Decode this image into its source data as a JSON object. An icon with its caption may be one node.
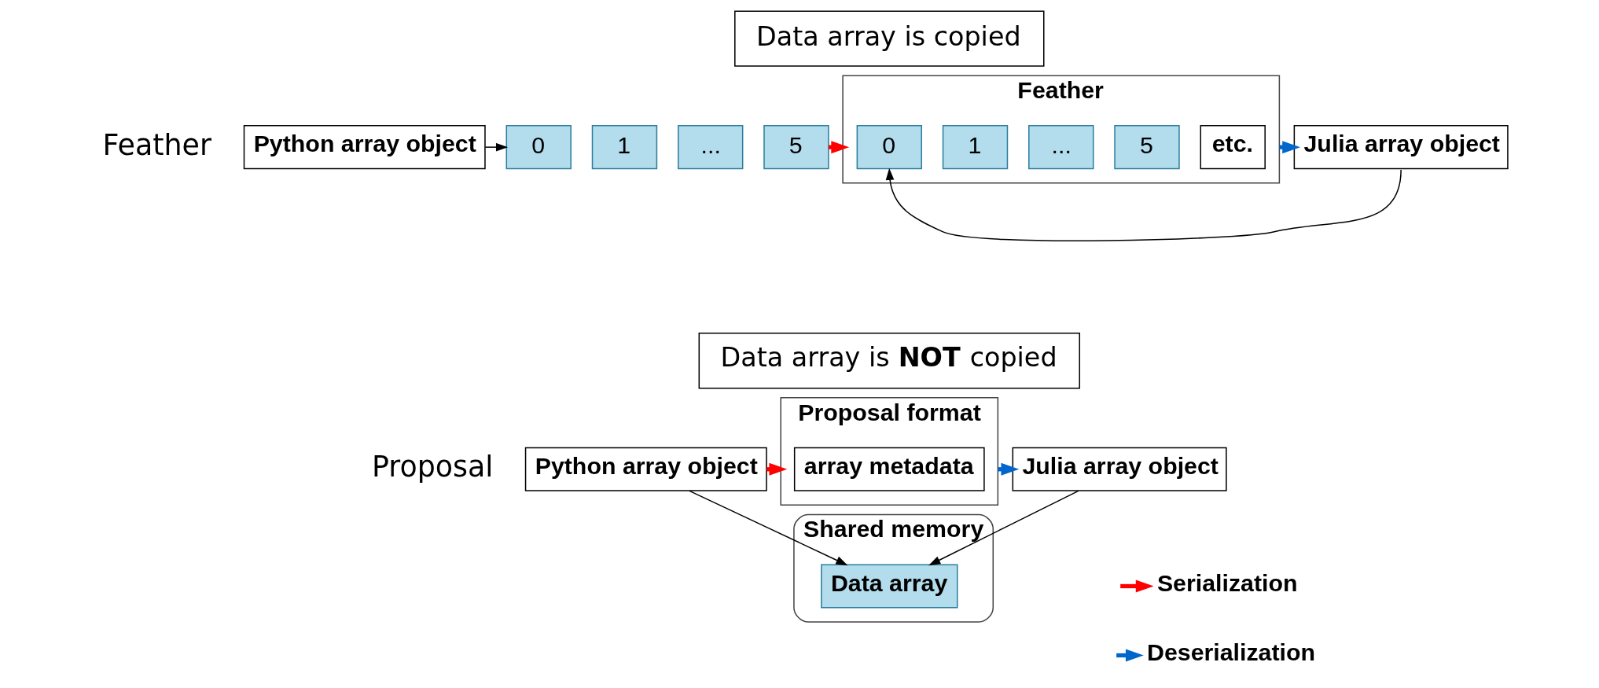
{
  "diagram": {
    "nodes": [
      {
        "text": [
          "Python array object"
        ]
      },
      {
        "text": [
          "0"
        ]
      },
      {
        "text": [
          "1"
        ]
      },
      {
        "text": [
          "..."
        ]
      },
      {
        "text": [
          "5"
        ]
      },
      {
        "text": [
          "Feather"
        ]
      },
      {
        "text": [
          "0"
        ],
        "in": 5
      },
      {
        "text": [
          "1"
        ],
        "in": 5
      },
      {
        "text": [
          "..."
        ],
        "in": 5
      },
      {
        "text": [
          "5"
        ],
        "in": 5
      },
      {
        "text": [
          "etc."
        ],
        "in": 5
      },
      {
        "text": [
          "Julia array object"
        ]
      },
      {
        "text": [
          "Data array is copied"
        ]
      },
      {
        "text": [
          "Data array is **NOT** copied"
        ]
      },
      {
        "text": [
          "Python array object"
        ]
      },
      {
        "text": [
          "Proposal format"
        ]
      },
      {
        "text": [
          "array metadata"
        ],
        "in": 15
      },
      {
        "text": [
          "Julia array object"
        ]
      },
      {
        "text": [
          "Shared memory"
        ]
      },
      {
        "text": [
          "Data array"
        ],
        "in": 18
      }
    ],
    "edges": [
      {
        "from": 0,
        "to": 1,
        "arrow": "to"
      },
      {
        "from": 4,
        "to": 5,
        "arrow": "to",
        "style": "thick",
        "color": "#ff0000"
      },
      {
        "from": 5,
        "to": 11,
        "arrow": "to",
        "style": "thick",
        "color": "#0066cc"
      },
      {
        "from": 11,
        "to": 6,
        "arrow": "to"
      },
      {
        "from": 14,
        "to": 15,
        "arrow": "to",
        "style": "thick",
        "color": "#ff0000"
      },
      {
        "from": 15,
        "to": 17,
        "arrow": "to",
        "style": "thick",
        "color": "#0066cc"
      },
      {
        "from": 14,
        "to": 19,
        "arrow": "to"
      },
      {
        "from": 17,
        "to": 19,
        "arrow": "to"
      }
    ],
    "labels": [
      "Feather",
      "Proposal"
    ],
    "legend": [
      {
        "text": "Serialization"
      },
      {
        "text": "Deserialization"
      }
    ]
  }
}
